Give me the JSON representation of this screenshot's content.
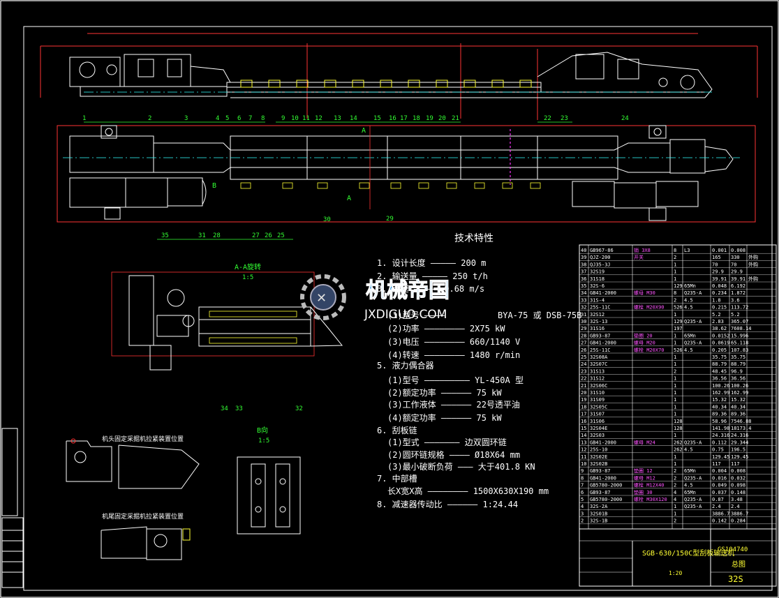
{
  "balloons": {
    "b1": "1",
    "b2": "2",
    "b3": "3",
    "b4": "4",
    "b5": "5",
    "b6": "6",
    "b7": "7",
    "b8": "8",
    "b9": "9",
    "b10": "10",
    "b11": "11",
    "b12": "12",
    "b13": "13",
    "b14": "14",
    "b15": "15",
    "b16": "16",
    "b17": "17",
    "b18": "18",
    "b19": "19",
    "b20": "20",
    "b21": "21",
    "b22": "22",
    "b23": "23",
    "b24": "24",
    "b25": "25",
    "b26": "26",
    "b27": "27",
    "b28": "28",
    "b29": "29",
    "b30": "30",
    "b31": "31",
    "b32": "32",
    "b33": "33",
    "b34": "34",
    "b35": "35"
  },
  "plan": {
    "section_a": "A",
    "section_b": "B"
  },
  "section_aa": {
    "title": "A-A旋转",
    "scale": "1:5"
  },
  "view_b": {
    "title": "B向",
    "scale": "1:5"
  },
  "fixtures": {
    "head_title": "机头固定采掘机拉紧装置位置",
    "tail_title": "机尾固定采掘机拉紧装置位置"
  },
  "specs": {
    "heading": "技术特性",
    "motor_model": "BYA-75 或 DSB-75B",
    "items": [
      "1. 设计长度 ————— 200 m",
      "2. 输送量 ————— 250 t/h",
      "3. 链速 ————— 0.68 m/s",
      "(1)型号 ————",
      "(2)功率 ———————— 2X75 kW",
      "(3)电压 ———————— 660/1140 V",
      "(4)转速 ———————— 1480 r/min",
      "5. 液力偶合器",
      "(1)型号 ————————— YL-450A 型",
      "(2)额定功率 —————— 75 kW",
      "(3)工作液体 —————— 22号透平油",
      "(4)额定功率 —————— 75 kW",
      "6. 刮板链",
      "(1)型式 ——————— 边双圆环链",
      "(2)圆环链规格 ———— Ø18X64 mm",
      "(3)最小破断负荷 ——— 大于401.8 KN",
      "7. 中部槽",
      "长X宽X高 ———————— 1500X630X190 mm",
      "8. 减速器传动比 —————— 1:24.44"
    ]
  },
  "parts_table": [
    [
      "40",
      "GB967-86",
      "销 3X8",
      "8",
      "L3",
      "0.001",
      "0.008",
      ""
    ],
    [
      "39",
      "QJZ-200",
      "开关",
      "2",
      "",
      "165",
      "330",
      "外购"
    ],
    [
      "38",
      "QJ35-3J",
      "",
      "1",
      "",
      "70",
      "70",
      "外购"
    ],
    [
      "37",
      "32S19",
      "",
      "1",
      "",
      "29.9",
      "29.9",
      ""
    ],
    [
      "36",
      "31S18",
      "",
      "1",
      "",
      "39.91",
      "39.91",
      "外购"
    ],
    [
      "35",
      "32S-6",
      "",
      "129",
      "65Mn",
      "0.048",
      "6.192",
      ""
    ],
    [
      "34",
      "GB41-2000",
      "螺母 M30",
      "8",
      "Q235-A",
      "0.234",
      "1.872",
      ""
    ],
    [
      "33",
      "31S-4",
      "",
      "2",
      "4.5",
      "1.8",
      "3.6",
      ""
    ],
    [
      "32",
      "25S-11C",
      "螺栓 M20X90",
      "526",
      "4.5",
      "0.215",
      "113.72",
      ""
    ],
    [
      "31",
      "32S12",
      "",
      "1",
      "",
      "5.2",
      "5.2",
      ""
    ],
    [
      "30",
      "32S-13",
      "",
      "129",
      "Q235-A",
      "2.83",
      "365.07",
      ""
    ],
    [
      "29",
      "31S16",
      "",
      "197",
      "",
      "38.62",
      "7608.14",
      ""
    ],
    [
      "28",
      "GB93-87",
      "垫圈 20",
      "1",
      "65Mn",
      "0.0152",
      "15.996",
      ""
    ],
    [
      "27",
      "GB41-2000",
      "螺母 M20",
      "1",
      "Q235-A",
      "0.0619",
      "65.118",
      ""
    ],
    [
      "26",
      "25S-11C",
      "螺栓 M20X70",
      "526",
      "4.5",
      "0.205",
      "107.83",
      ""
    ],
    [
      "25",
      "32S08A",
      "",
      "1",
      "",
      "35.75",
      "35.75",
      ""
    ],
    [
      "24",
      "32S07C",
      "",
      "1",
      "",
      "88.79",
      "88.79",
      ""
    ],
    [
      "23",
      "31S13",
      "",
      "2",
      "",
      "48.45",
      "96.9",
      ""
    ],
    [
      "22",
      "31S12",
      "",
      "1",
      "",
      "36.56",
      "36.56",
      ""
    ],
    [
      "21",
      "32S06C",
      "",
      "1",
      "",
      "100.26",
      "100.26",
      ""
    ],
    [
      "20",
      "31S10",
      "",
      "1",
      "",
      "162.99",
      "162.99",
      ""
    ],
    [
      "19",
      "31S09",
      "",
      "1",
      "",
      "15.32",
      "15.32",
      ""
    ],
    [
      "18",
      "32S05C",
      "",
      "1",
      "",
      "40.34",
      "40.34",
      ""
    ],
    [
      "17",
      "31S07",
      "",
      "1",
      "",
      "89.36",
      "89.36",
      ""
    ],
    [
      "16",
      "31S06",
      "",
      "128",
      "",
      "58.96",
      "7546.88",
      ""
    ],
    [
      "15",
      "32S04E",
      "",
      "128",
      "",
      "141.98",
      "18173.4",
      ""
    ],
    [
      "14",
      "32S03",
      "",
      "1",
      "",
      "24.316",
      "24.316",
      ""
    ],
    [
      "13",
      "GB41-2000",
      "螺母 M24",
      "262",
      "Q235-A",
      "0.112",
      "29.344",
      ""
    ],
    [
      "12",
      "25S-10",
      "",
      "262",
      "4.5",
      "0.75",
      "196.5",
      ""
    ],
    [
      "11",
      "32S02E",
      "",
      "1",
      "",
      "129.45",
      "129.45",
      ""
    ],
    [
      "10",
      "32S02B",
      "",
      "1",
      "",
      "117",
      "117",
      ""
    ],
    [
      "9",
      "GB93-87",
      "垫圈 12",
      "2",
      "65Mn",
      "0.004",
      "0.008",
      ""
    ],
    [
      "8",
      "GB41-2000",
      "螺母 M12",
      "2",
      "Q235-A",
      "0.016",
      "0.032",
      ""
    ],
    [
      "7",
      "GB5780-2000",
      "螺栓 M12X40",
      "2",
      "4.5",
      "0.049",
      "0.098",
      ""
    ],
    [
      "6",
      "GB93-87",
      "垫圈 30",
      "4",
      "65Mn",
      "0.037",
      "0.148",
      ""
    ],
    [
      "5",
      "GB5780-2000",
      "螺栓 M30X120",
      "4",
      "Q235-A",
      "0.87",
      "3.48",
      ""
    ],
    [
      "4",
      "32S-2A",
      "",
      "1",
      "Q235-A",
      "2.4",
      "2.4",
      ""
    ],
    [
      "3",
      "32S01B",
      "",
      "1",
      "",
      "3886.7",
      "3886.7",
      ""
    ],
    [
      "2",
      "32S-1B",
      "",
      "2",
      "",
      "0.142",
      "0.284",
      ""
    ]
  ],
  "title_block": {
    "drawing_no": "GS104740",
    "title": "SGB-630/150C型刮板输送机",
    "name": "总图",
    "code": "32S",
    "scale": "1:20"
  },
  "watermark": {
    "title": "机械帝国",
    "url": "JXDIGUO.COM"
  }
}
